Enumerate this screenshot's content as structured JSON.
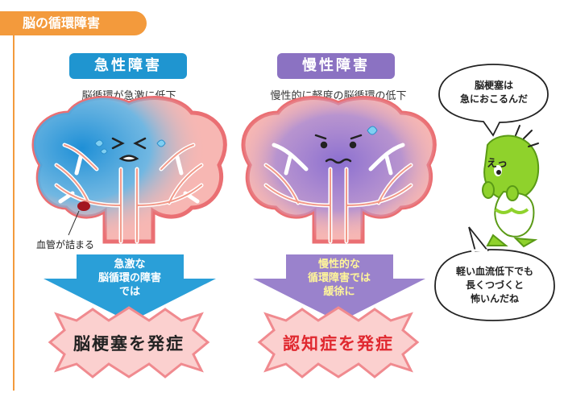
{
  "header": {
    "title": "脳の循環障害"
  },
  "acute": {
    "title": "急性障害",
    "subtitle": "脳循環が急激に低下",
    "clot_label": "血管が詰まる",
    "arrow_lines": [
      "急激な",
      "脳循環の障害",
      "では"
    ],
    "result": "脳梗塞を発症",
    "colors": {
      "pill": "#1f95d0",
      "arrow": "#2a9fd8",
      "result_text": "#222222"
    }
  },
  "chronic": {
    "title": "慢性障害",
    "subtitle": "慢性的に軽度の脳循環の低下",
    "arrow_lines": [
      "慢性的な",
      "循環障害では",
      "緩徐に"
    ],
    "result": "認知症を発症",
    "colors": {
      "pill": "#8b72c2",
      "arrow": "#9a82cc",
      "arrow_text": "#fff59a",
      "result_text": "#e0282f"
    }
  },
  "mascot": {
    "exclaim": "えっ",
    "bubble_top": [
      "脳梗塞は",
      "急におこるんだ"
    ],
    "bubble_bottom": [
      "軽い血流低下でも",
      "長くつづくと",
      "怖いんだね"
    ]
  },
  "colors": {
    "header": "#f39a3c",
    "brain_fill": "#f7b7b3",
    "brain_edge": "#ea6f73",
    "burst_fill": "#fbd0cf",
    "burst_edge": "#f08a8f",
    "mascot": "#8fd22c"
  }
}
